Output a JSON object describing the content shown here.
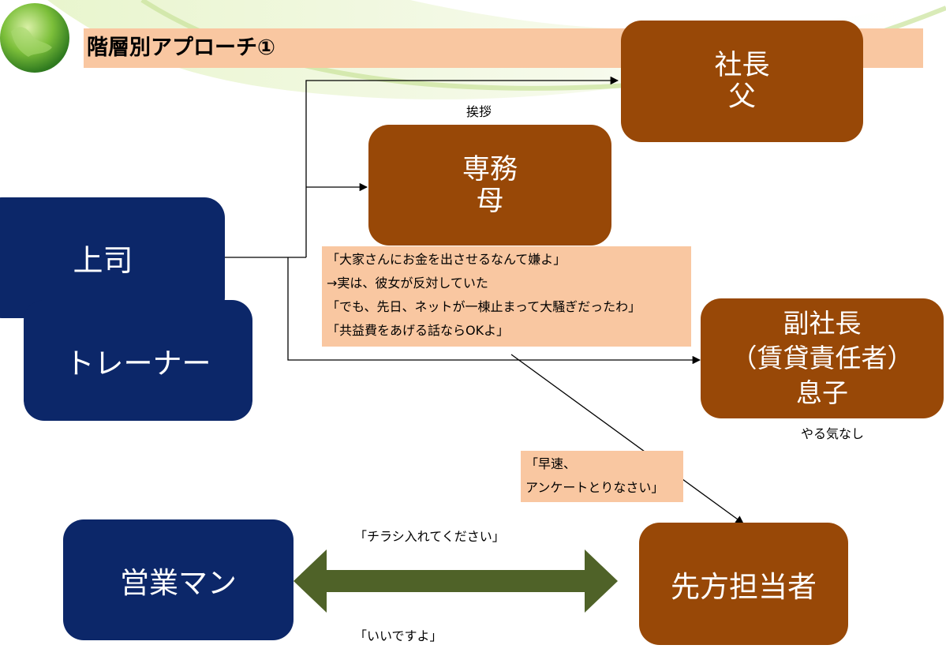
{
  "title": "階層別アプローチ①",
  "nodes": {
    "president": "社長\n父",
    "managing_director": "専務\n母",
    "vice_president": "副社長\n（賃貸責任者）\n息子",
    "boss": "上司",
    "trainer": "トレーナー",
    "salesman": "営業マン",
    "counterpart": "先方担当者"
  },
  "labels": {
    "greeting": "挨拶",
    "no_motivation": "やる気なし",
    "flyer_request": "「チラシ入れてください」",
    "ok_reply": "「いいですよ」"
  },
  "callouts": {
    "mother_quote": "「大家さんにお金を出させるなんて嫌よ」\n→実は、彼女が反対していた\n「でも、先日、ネットが一棟止まって大騒ぎだったわ」\n「共益費をあげる話ならOKよ」",
    "survey_order": "「早速、\nアンケートとりなさい」"
  },
  "colors": {
    "brown_box": "#984807",
    "navy_box": "#0c2769",
    "callout_bg": "#f9c7a1",
    "arrow_green": "#4f6228"
  }
}
